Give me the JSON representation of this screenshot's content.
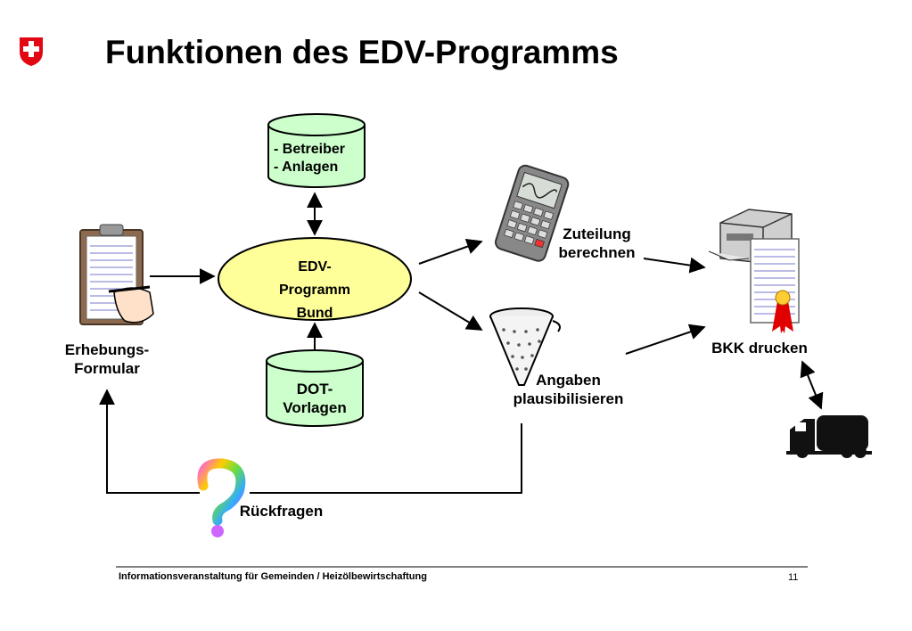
{
  "title": "Funktionen des EDV-Programms",
  "nodes": {
    "db_top": "- Betreiber\n- Anlagen",
    "program": "EDV-\nProgramm\nBund",
    "db_bottom": "DOT-\nVorlagen",
    "form": "Erhebungs-\nFormular",
    "calculate": "Zuteilung\nberechnen",
    "validate": "Angaben\nplausibilisieren",
    "print": "BKK drucken",
    "queries": "Rückfragen"
  },
  "footer": {
    "text": "Informationsveranstaltung für Gemeinden /  Heizölbewirtschaftung",
    "page": "11"
  },
  "colors": {
    "db_fill": "#ccffcc",
    "program_fill": "#ffff99",
    "swiss_red": "#e30613"
  },
  "icons": [
    "swiss-cross-icon",
    "clipboard-icon",
    "calculator-icon",
    "funnel-icon",
    "printer-icon",
    "certificate-icon",
    "truck-icon",
    "question-mark-icon"
  ]
}
